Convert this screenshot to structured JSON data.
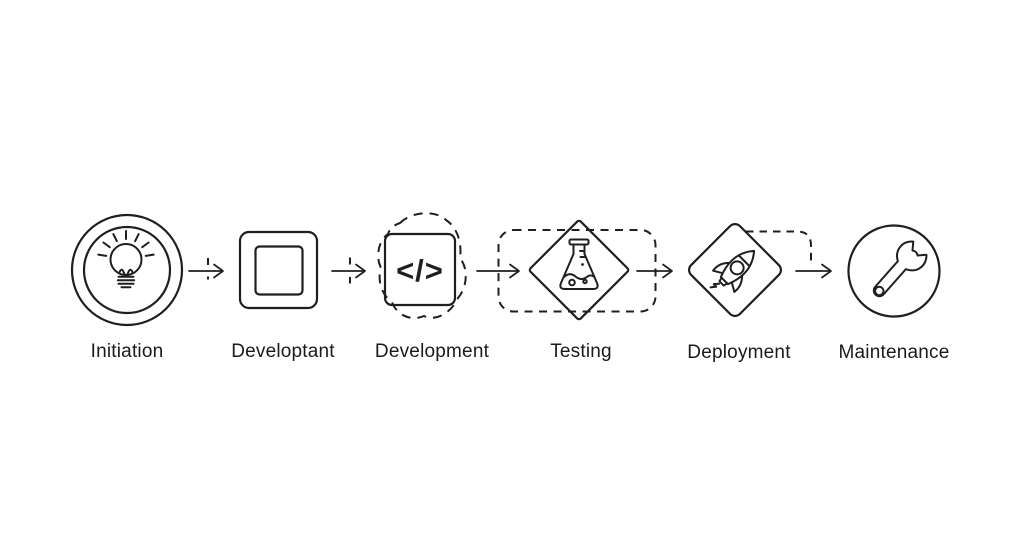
{
  "colors": {
    "background": "#ffffff",
    "stroke": "#1f1f1f",
    "label_color": "#1a1a1a"
  },
  "flow": {
    "stages": [
      {
        "label": "Initiation",
        "icon": "lightbulb-icon",
        "shape": "double-circle"
      },
      {
        "label": "Developtant",
        "icon": "nested-square-icon",
        "shape": "rounded-square"
      },
      {
        "label": "Development",
        "icon": "code-icon",
        "icon_text": "</>",
        "shape": "rounded-square-with-dashed-blob"
      },
      {
        "label": "Testing",
        "icon": "flask-icon",
        "shape": "diamond-in-dashed-container"
      },
      {
        "label": "Deployment",
        "icon": "rocket-icon",
        "shape": "rounded-diamond"
      },
      {
        "label": "Maintenance",
        "icon": "wrench-icon",
        "shape": "circle"
      }
    ],
    "connectors": [
      {
        "type": "arrow-right-with-dashed-tick"
      },
      {
        "type": "arrow-right-with-dashed-tick"
      },
      {
        "type": "arrow-right"
      },
      {
        "type": "arrow-right"
      },
      {
        "type": "arrow-right"
      }
    ],
    "decorations": {
      "development_blob": "dashed-freeform-loop",
      "testing_container": "dashed-rounded-rect",
      "deployment_connector": "dashed-elbow-line"
    }
  }
}
